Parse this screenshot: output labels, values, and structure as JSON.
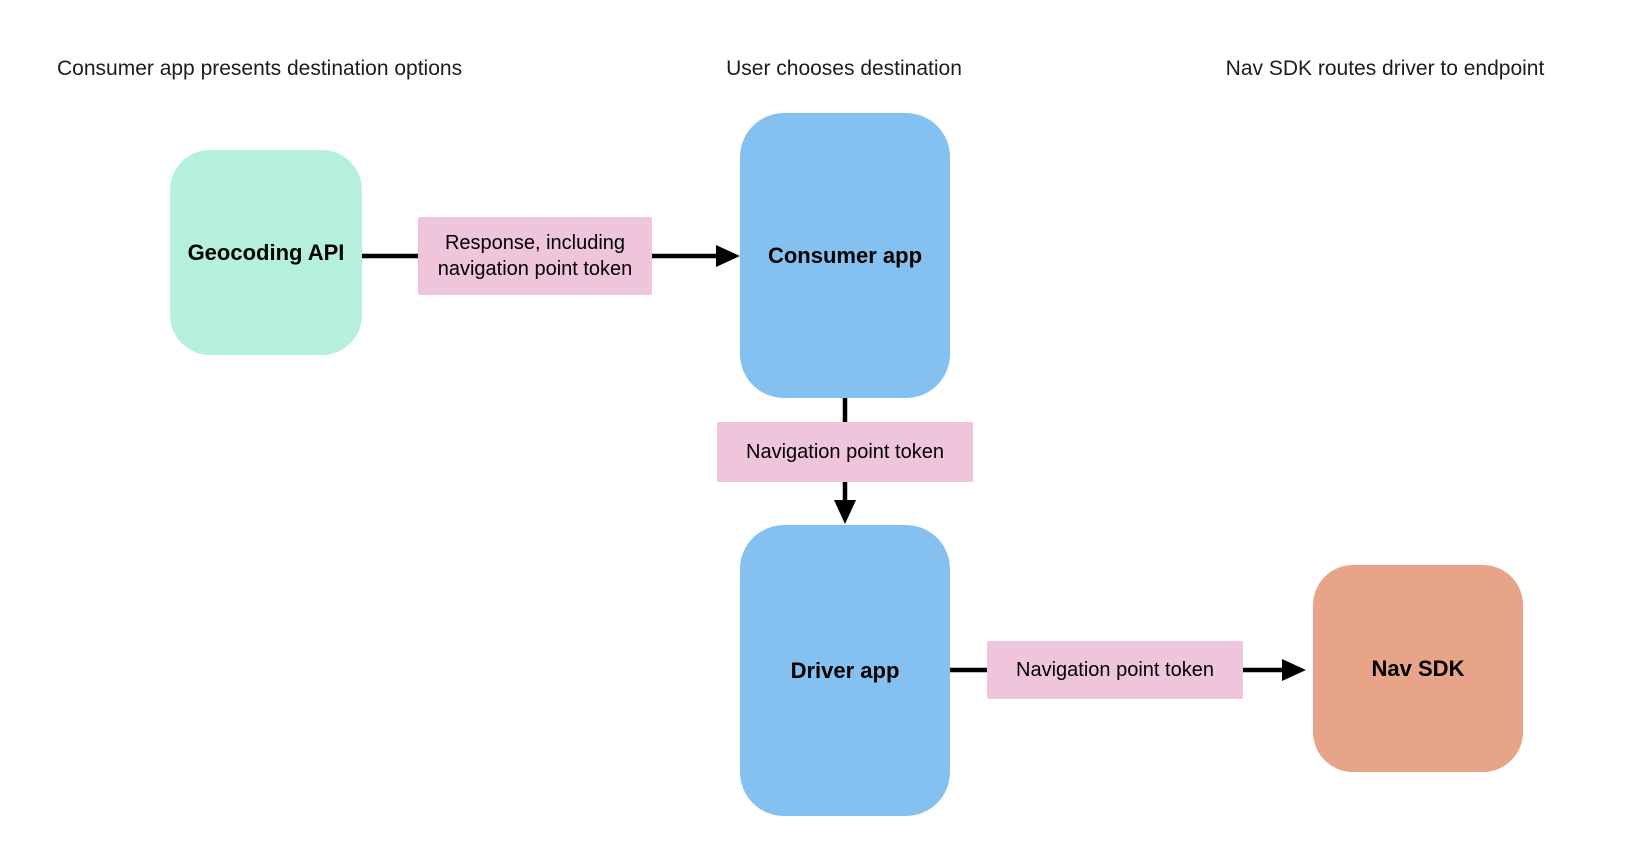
{
  "page": {
    "background": "#ffffff",
    "text_color": "#1c1c1c"
  },
  "headers": [
    {
      "label": "Consumer app presents destination options"
    },
    {
      "label": "User chooses destination"
    },
    {
      "label": "Nav SDK routes driver to endpoint"
    }
  ],
  "nodes": [
    {
      "id": "geocoding-api",
      "label": "Geocoding API",
      "fill": "#B4F0DA"
    },
    {
      "id": "consumer-app",
      "label": "Consumer app",
      "fill": "#85C1F0"
    },
    {
      "id": "driver-app",
      "label": "Driver app",
      "fill": "#85C1F0"
    },
    {
      "id": "nav-sdk",
      "label": "Nav SDK",
      "fill": "#E7A488"
    }
  ],
  "edges": [
    {
      "from": "Geocoding API",
      "to": "Consumer app",
      "label": "Response, including navigation point token",
      "label_fill": "#EEC5DB",
      "arrow_color": "#000000"
    },
    {
      "from": "Consumer app",
      "to": "Driver app",
      "label": "Navigation point token",
      "label_fill": "#EEC5DB",
      "arrow_color": "#000000"
    },
    {
      "from": "Driver app",
      "to": "Nav SDK",
      "label": "Navigation point token",
      "label_fill": "#EEC5DB",
      "arrow_color": "#000000"
    }
  ]
}
